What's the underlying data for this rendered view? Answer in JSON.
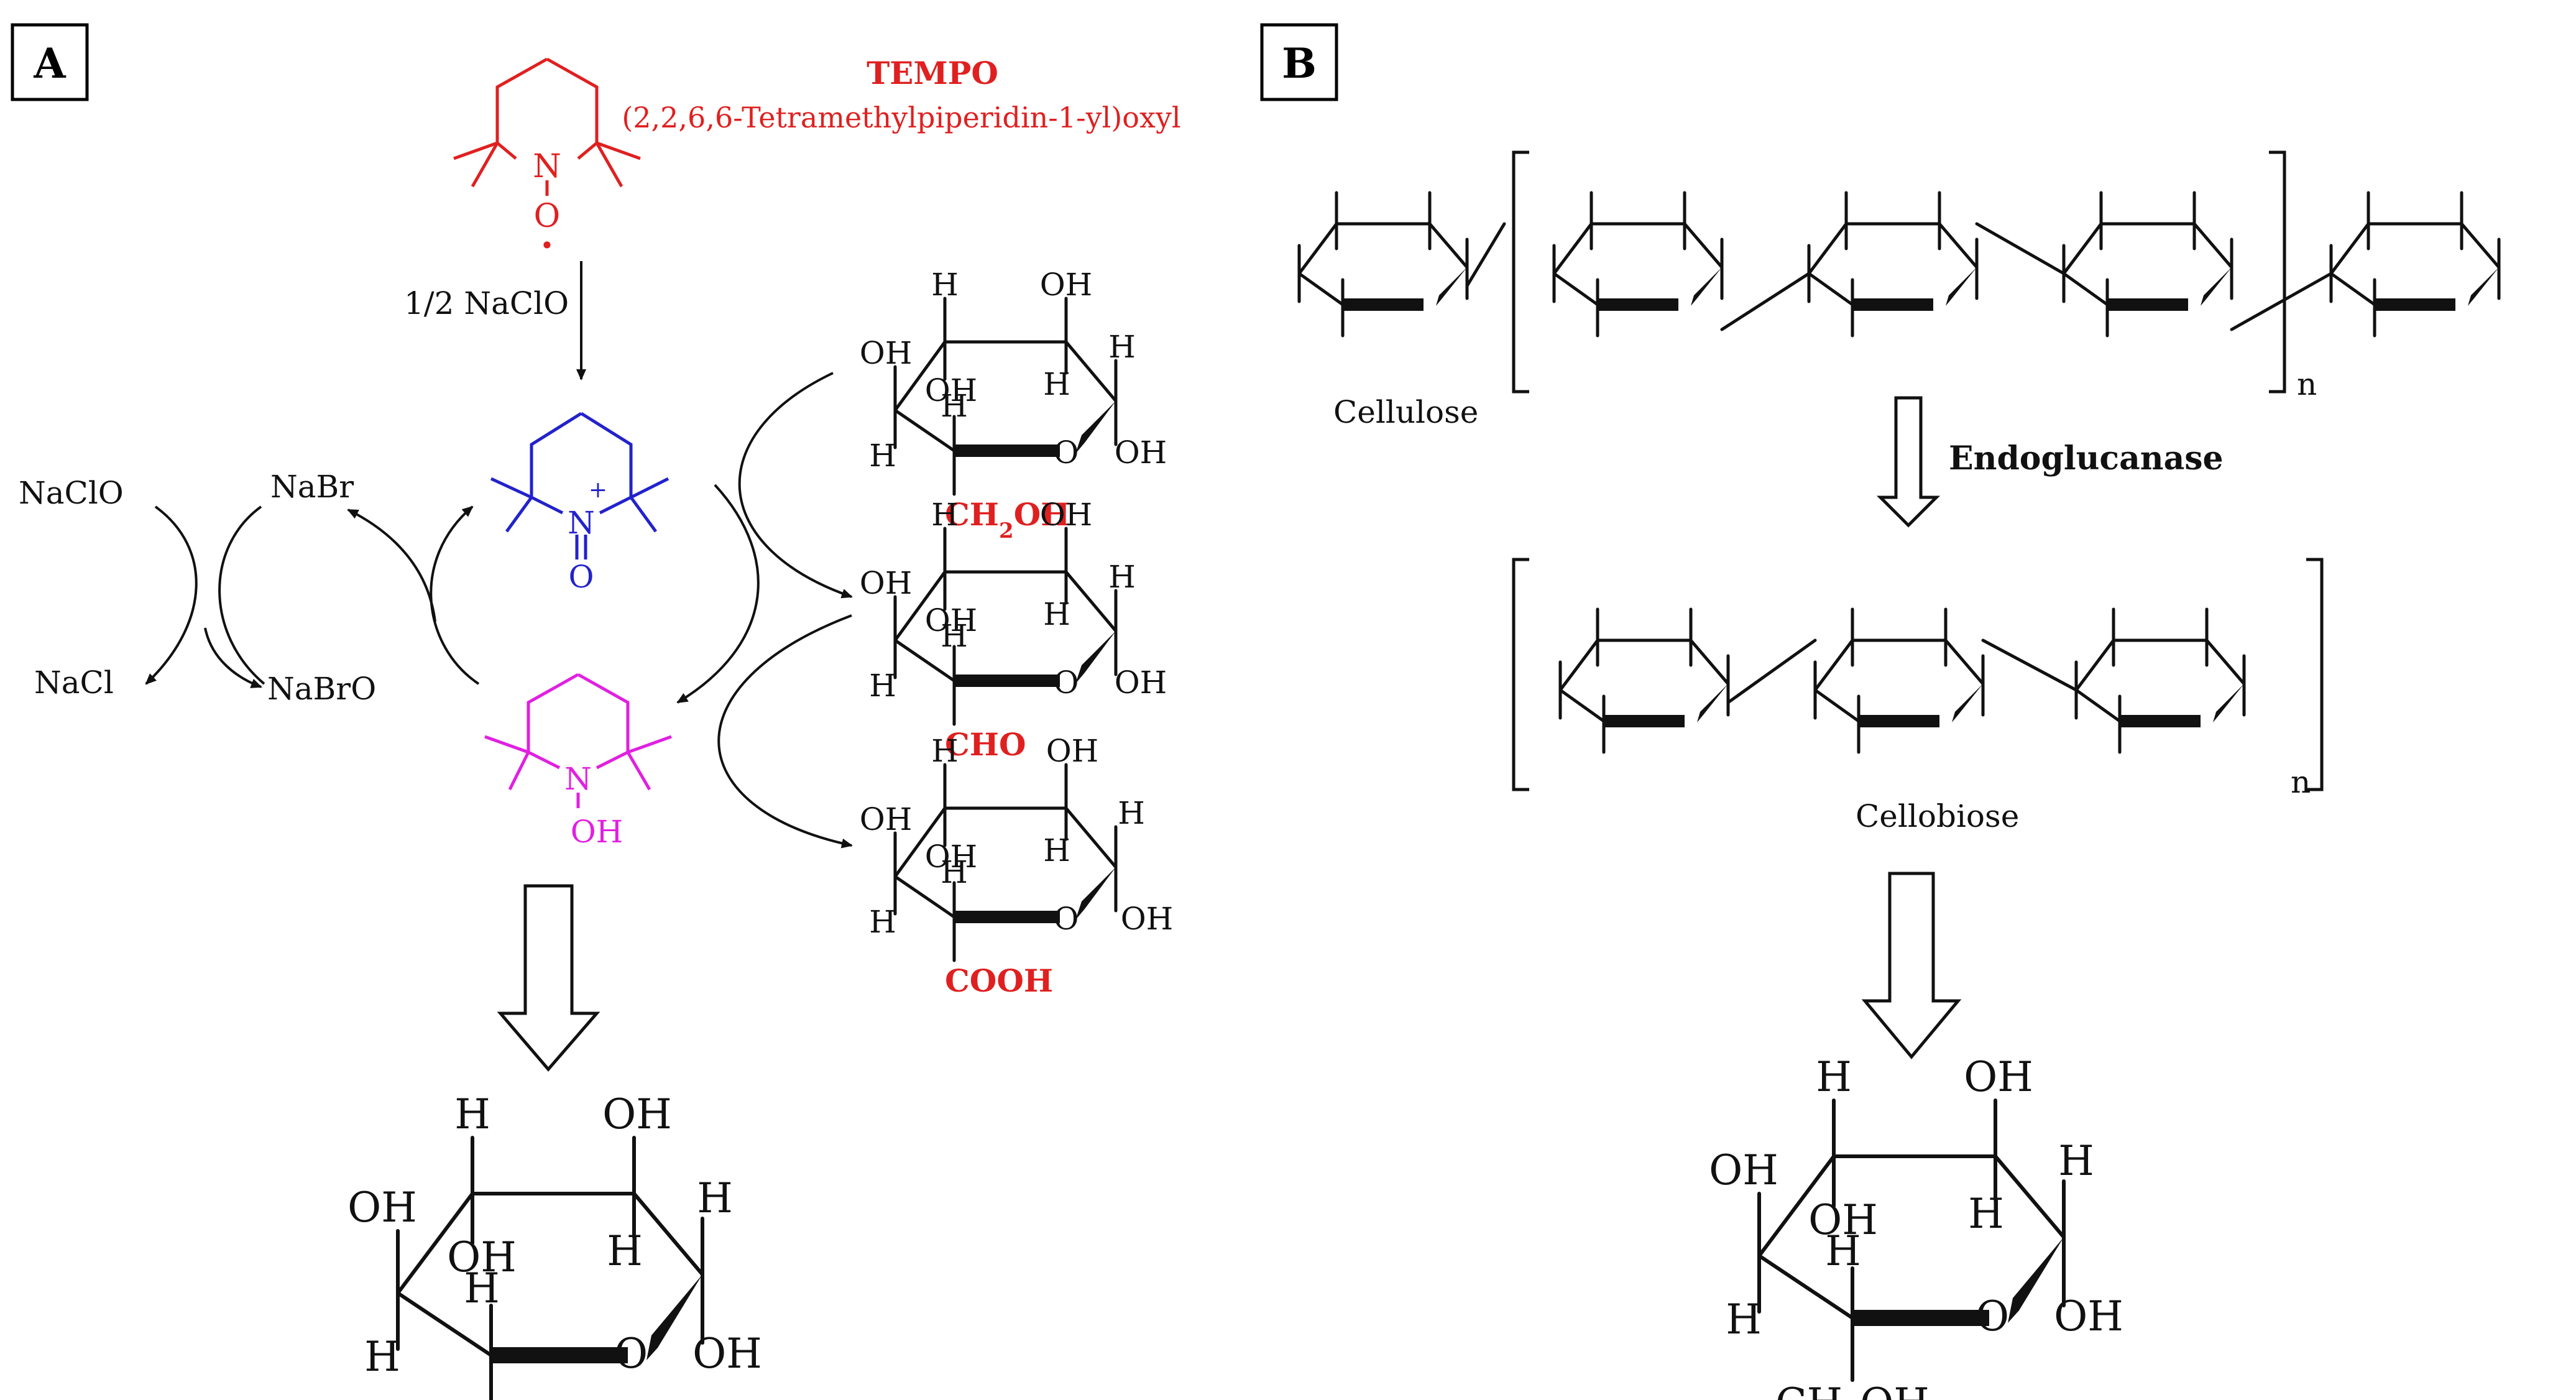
{
  "panels": {
    "a_label": "A",
    "b_label": "B"
  },
  "colors": {
    "tempo_radical": "#e02020",
    "oxoammonium": "#2222cc",
    "hydroxylamine": "#e020e0",
    "highlight": "#e02020",
    "text": "#111111"
  },
  "tempo": {
    "name": "TEMPO",
    "full_name": "(2,2,6,6-Tetramethylpiperidin-1-yl)oxyl",
    "n_label": "N",
    "o_label": "O",
    "radical_dot": "·"
  },
  "oxoammonium": {
    "n_label": "N",
    "plus": "+",
    "o_label": "O"
  },
  "hydroxylamine": {
    "n_label": "N",
    "oh_label": "OH"
  },
  "reagents": {
    "half_naclo": "1/2 NaClO",
    "naclo": "NaClO",
    "nabr": "NaBr",
    "nacl": "NaCl",
    "nabro": "NaBrO"
  },
  "atoms": {
    "h": "H",
    "oh": "OH",
    "o": "O"
  },
  "sugar_substituents": {
    "ch2oh_pre": "CH",
    "ch2oh_sub": "2",
    "ch2oh_post": "OH",
    "cho": "CHO",
    "cooh": "COOH"
  },
  "panel_b": {
    "cellulose_label": "Cellulose",
    "enzyme_label": "Endoglucanase",
    "cellobiose_label": "Cellobiose",
    "n_subscript": "n"
  }
}
